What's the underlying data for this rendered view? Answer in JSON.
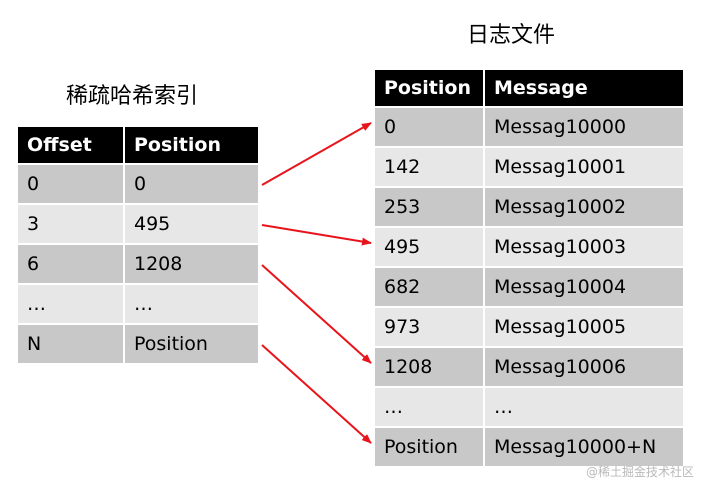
{
  "sparse_index": {
    "title": "稀疏哈希索引",
    "headers": [
      "Offset",
      "Position"
    ],
    "rows": [
      [
        "0",
        "0"
      ],
      [
        "3",
        "495"
      ],
      [
        "6",
        "1208"
      ],
      [
        "…",
        "…"
      ],
      [
        "N",
        "Position"
      ]
    ]
  },
  "log_file": {
    "title": "日志文件",
    "headers": [
      "Position",
      "Message"
    ],
    "rows": [
      [
        "0",
        "Messag10000"
      ],
      [
        "142",
        "Messag10001"
      ],
      [
        "253",
        "Messag10002"
      ],
      [
        "495",
        "Messag10003"
      ],
      [
        "682",
        "Messag10004"
      ],
      [
        "973",
        "Messag10005"
      ],
      [
        "1208",
        "Messag10006"
      ],
      [
        "…",
        "…"
      ],
      [
        "Position",
        "Messag10000+N"
      ]
    ]
  },
  "mappings": [
    {
      "from_row": 0,
      "to_row": 0
    },
    {
      "from_row": 1,
      "to_row": 3
    },
    {
      "from_row": 2,
      "to_row": 6
    },
    {
      "from_row": 4,
      "to_row": 8
    }
  ],
  "colors": {
    "header_bg": "#000000",
    "header_text": "#ffffff",
    "row_dark": "#c8c8c8",
    "row_light": "#e7e7e7",
    "arrow": "#e8141b"
  },
  "watermark": "@稀土掘金技术社区"
}
